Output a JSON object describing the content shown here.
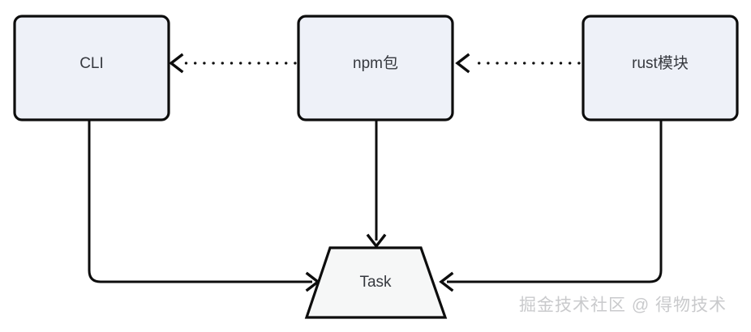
{
  "diagram": {
    "type": "flowchart",
    "background_color": "#ffffff",
    "node_fill_color": "#eef1f8",
    "task_fill_color": "#f6f7f7",
    "stroke_color": "#0d0d0d",
    "text_color": "#36393f",
    "nodes": [
      {
        "id": "cli",
        "label": "CLI",
        "shape": "rounded-rect"
      },
      {
        "id": "npm",
        "label": "npm包",
        "shape": "rounded-rect"
      },
      {
        "id": "rust",
        "label": "rust模块",
        "shape": "rounded-rect"
      },
      {
        "id": "task",
        "label": "Task",
        "shape": "trapezoid"
      }
    ],
    "edges": [
      {
        "id": "npm-to-cli",
        "from": "npm",
        "to": "cli",
        "style": "dotted",
        "direction": "left"
      },
      {
        "id": "rust-to-npm",
        "from": "rust",
        "to": "npm",
        "style": "dotted",
        "direction": "left"
      },
      {
        "id": "cli-to-task",
        "from": "cli",
        "to": "task",
        "style": "solid",
        "direction": "right"
      },
      {
        "id": "npm-to-task",
        "from": "npm",
        "to": "task",
        "style": "solid",
        "direction": "down"
      },
      {
        "id": "rust-to-task",
        "from": "rust",
        "to": "task",
        "style": "solid",
        "direction": "left"
      }
    ]
  },
  "watermark": {
    "text": "掘金技术社区 @ 得物技术",
    "color": "#c9cacc"
  }
}
